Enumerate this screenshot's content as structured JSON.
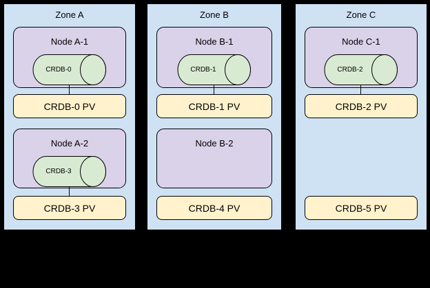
{
  "diagram": {
    "zones": [
      {
        "label": "Zone A",
        "nodes": [
          {
            "label": "Node A-1",
            "pod": "CRDB-0",
            "connected_pv": "CRDB-0 PV"
          },
          {
            "label": "Node A-2",
            "pod": "CRDB-3",
            "connected_pv": "CRDB-3 PV"
          }
        ],
        "pvs": [
          "CRDB-0 PV",
          "CRDB-3 PV"
        ]
      },
      {
        "label": "Zone B",
        "nodes": [
          {
            "label": "Node B-1",
            "pod": "CRDB-1",
            "connected_pv": "CRDB-1 PV"
          },
          {
            "label": "Node B-2",
            "pod": null,
            "connected_pv": null
          }
        ],
        "pvs": [
          "CRDB-1 PV",
          "CRDB-4 PV"
        ]
      },
      {
        "label": "Zone C",
        "nodes": [
          {
            "label": "Node C-1",
            "pod": "CRDB-2",
            "connected_pv": "CRDB-2 PV"
          }
        ],
        "pvs": [
          "CRDB-2 PV",
          "CRDB-5 PV"
        ]
      }
    ],
    "colors": {
      "background": "#000000",
      "zone_fill": "#cfe2f3",
      "node_fill": "#d9d2e9",
      "pod_fill": "#d9ead3",
      "pv_fill": "#fff2cc",
      "border": "#000000"
    }
  }
}
